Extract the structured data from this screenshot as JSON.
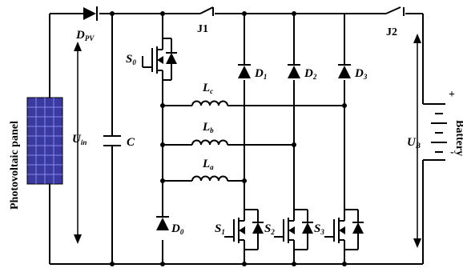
{
  "labels": {
    "pv_panel": "Photovoltaic panel",
    "d_pv_main": "D",
    "d_pv_sub": "PV",
    "j1": "J1",
    "j2": "J2",
    "s0_main": "S",
    "s0_sub": "0",
    "lc_main": "L",
    "lc_sub": "c",
    "lb_main": "L",
    "lb_sub": "b",
    "la_main": "L",
    "la_sub": "a",
    "d1_main": "D",
    "d1_sub": "1",
    "d2_main": "D",
    "d2_sub": "2",
    "d3_main": "D",
    "d3_sub": "3",
    "uin_main": "U",
    "uin_sub": "in",
    "c": "C",
    "d0_main": "D",
    "d0_sub": "0",
    "s1_main": "S",
    "s1_sub": "1",
    "s2_main": "S",
    "s2_sub": "2",
    "s3_main": "S",
    "s3_sub": "3",
    "ub_main": "U",
    "ub_sub": "B",
    "plus": "+",
    "minus": "-",
    "battery": "Battery"
  },
  "colors": {
    "panel": "#3a3aa0",
    "panel_grid": "#9aa0ff",
    "wire": "#000000"
  }
}
